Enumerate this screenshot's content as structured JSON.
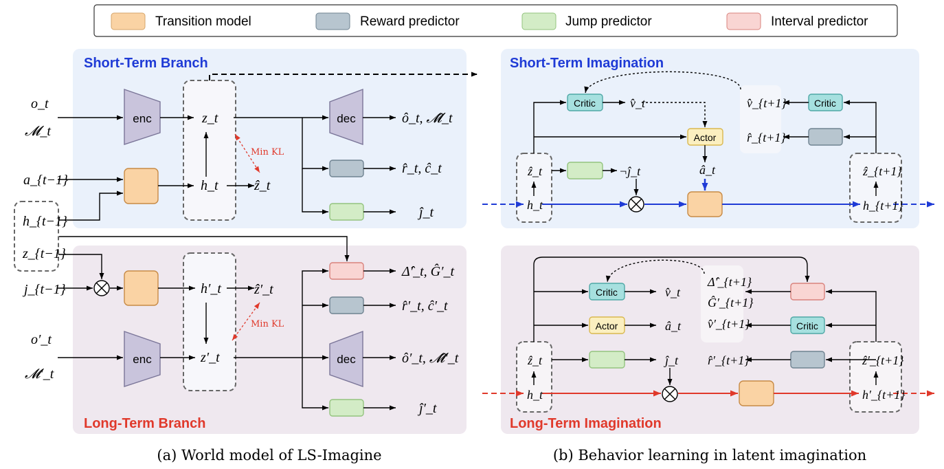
{
  "legend": {
    "items": [
      {
        "label": "Transition model",
        "color": "#fad3a4"
      },
      {
        "label": "Reward predictor",
        "color": "#b7c5cf"
      },
      {
        "label": "Jump predictor",
        "color": "#d3ecc6"
      },
      {
        "label": "Interval predictor",
        "color": "#f9d5d3"
      }
    ]
  },
  "colors": {
    "branch_bg_short": "#eaf1fb",
    "branch_bg_long": "#efe8ef",
    "short_title": "#1f3bd6",
    "long_title": "#e0392b",
    "enc_dec": "#c9c4dc",
    "critic": "#a6e0df",
    "actor": "#fbefc0",
    "blue_arrow": "#1f3bd6",
    "red_arrow": "#e0392b",
    "kl": "#e0392b"
  },
  "left": {
    "short_title": "Short-Term Branch",
    "long_title": "Long-Term Branch",
    "caption": "(a) World model of LS-Imagine",
    "enc": "enc",
    "dec": "dec",
    "min_kl": "Min KL",
    "inputs": {
      "o_t": "o_t",
      "M_t": "𝓜_t",
      "a_prev": "a_{t−1}",
      "h_prev": "h_{t−1}",
      "z_prev": "z_{t−1}",
      "j_prev": "j_{t−1}",
      "o_p": "o′_t",
      "M_p": "𝓜′_t"
    },
    "states": {
      "z_t": "z_t",
      "h_t": "h_t",
      "zhat_t": "ẑ_t",
      "h_p": "h′_t",
      "zhat_p": "ẑ′_t",
      "z_p": "z′_t"
    },
    "outputs": {
      "o_hat": "ô_t, 𝓜̂_t",
      "r_hat": "r̂_t, ĉ_t",
      "j_hat": "ĵ_t",
      "delta": "Δ̂′_t, Ĝ′_t",
      "r_hat_p": "r̂′_t, ĉ′_t",
      "o_hat_p": "ô′_t, 𝓜̂′_t",
      "j_hat_p": "ĵ′_t"
    }
  },
  "right": {
    "short_title": "Short-Term Imagination",
    "long_title": "Long-Term Imagination",
    "caption": "(b) Behavior learning in latent imagination",
    "critic": "Critic",
    "actor": "Actor",
    "short": {
      "v_hat": "v̂_t",
      "v_next": "v̂_{t+1}",
      "r_next": "r̂_{t+1}",
      "z_t": "ẑ_t",
      "h_t": "h_t",
      "not_j": "¬ĵ_t",
      "a_hat": "â_t",
      "z_next": "ẑ_{t+1}",
      "h_next": "h_{t+1}"
    },
    "long": {
      "v_hat": "v̂_t",
      "a_hat": "â_t",
      "j_hat": "ĵ_t",
      "delta_next": "Δ̂′_{t+1}",
      "g_next": "Ĝ′_{t+1}",
      "v_next": "v̂′_{t+1}",
      "r_next": "r̂′_{t+1}",
      "z_t": "ẑ_t",
      "h_t": "h_t",
      "z_next": "ẑ′_{t+1}",
      "h_next": "h′_{t+1}"
    }
  }
}
